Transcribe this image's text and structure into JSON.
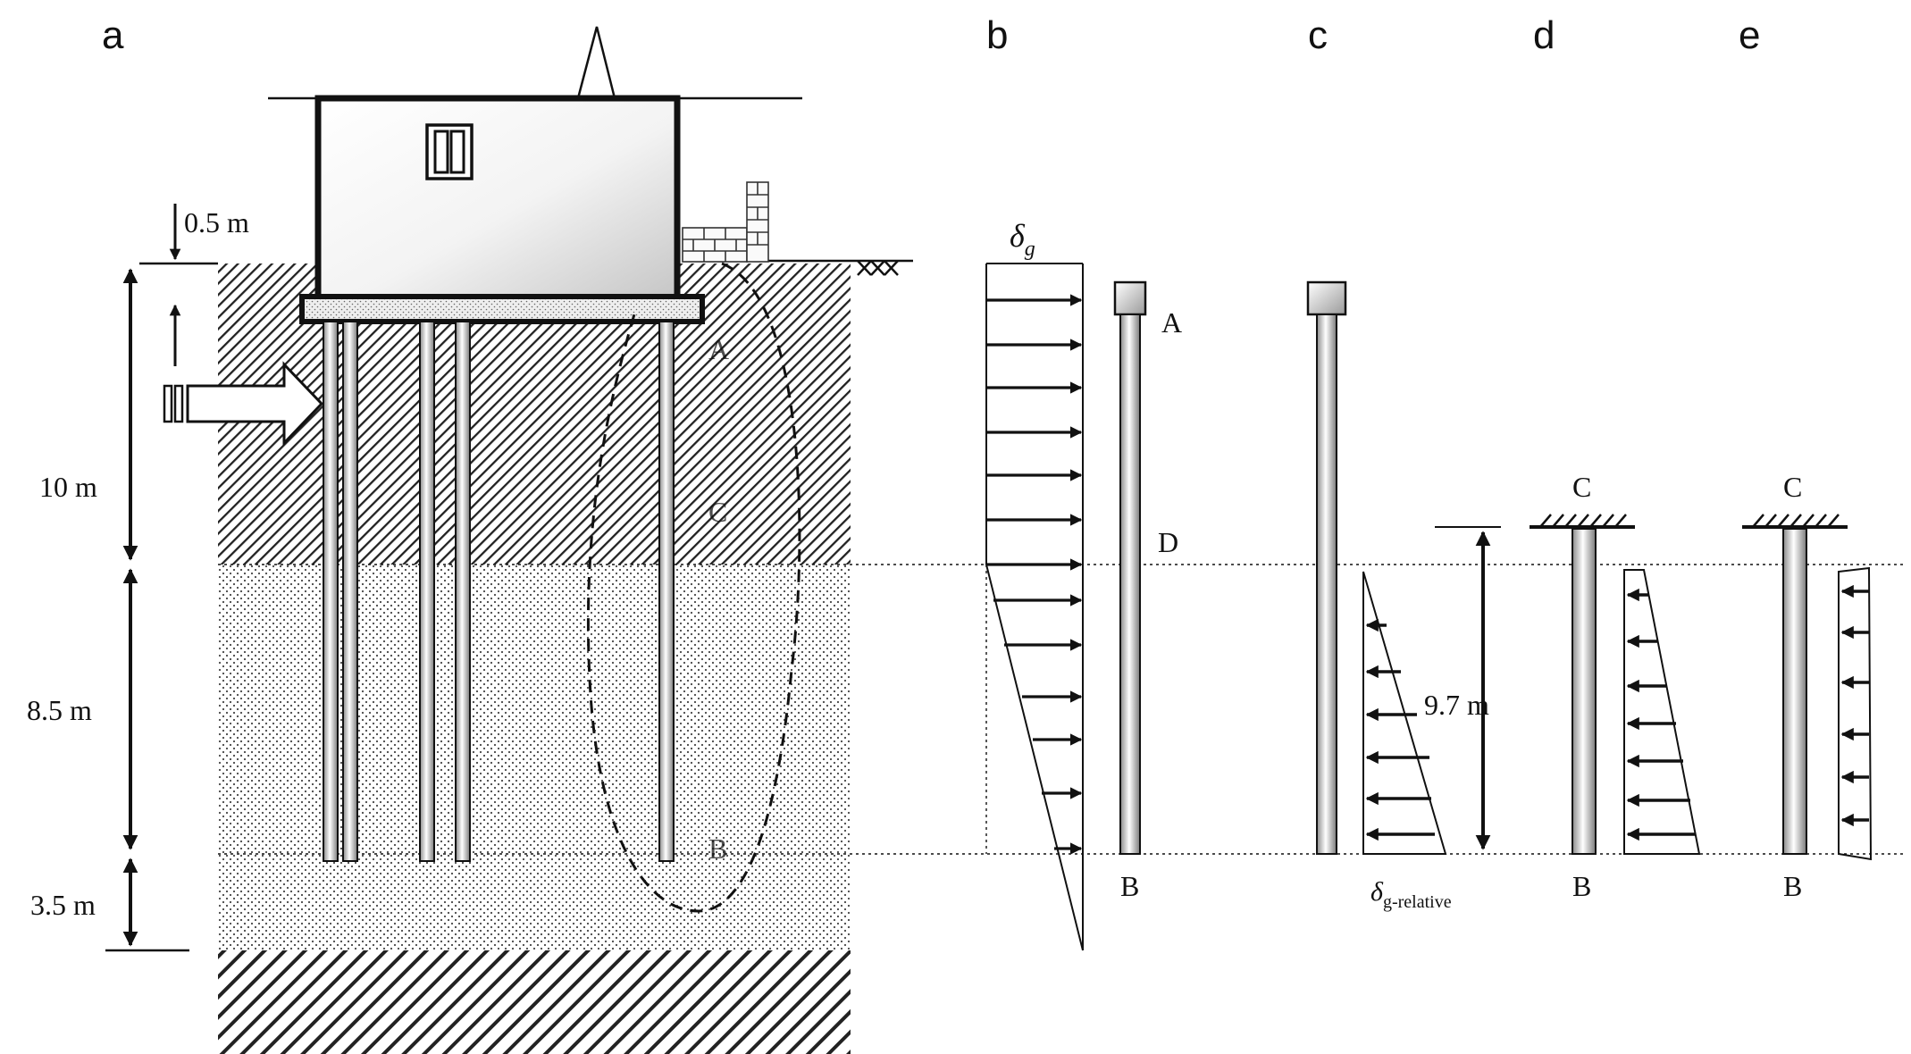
{
  "panels": {
    "a": "a",
    "b": "b",
    "c": "c",
    "d": "d",
    "e": "e"
  },
  "dimensions": {
    "offset": "0.5 m",
    "layer1": "10 m",
    "layer2": "8.5 m",
    "layer3": "3.5 m",
    "relative_length": "9.7 m"
  },
  "points": {
    "A": "A",
    "B": "B",
    "C": "C",
    "D": "D"
  },
  "symbols": {
    "delta": "δ",
    "g_sub": "g",
    "g_relative_sub": "g-relative"
  }
}
